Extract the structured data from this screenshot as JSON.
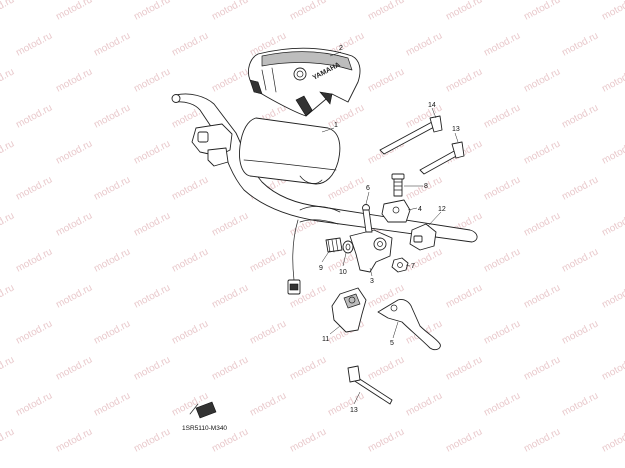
{
  "diagram": {
    "watermark_text": "motod.ru",
    "brand_text": "YAMAHA",
    "diagram_code": "1SR5110-M340",
    "callouts": [
      "1",
      "2",
      "3",
      "4",
      "5",
      "6",
      "7",
      "8",
      "9",
      "10",
      "11",
      "12",
      "13",
      "14",
      "13"
    ]
  }
}
